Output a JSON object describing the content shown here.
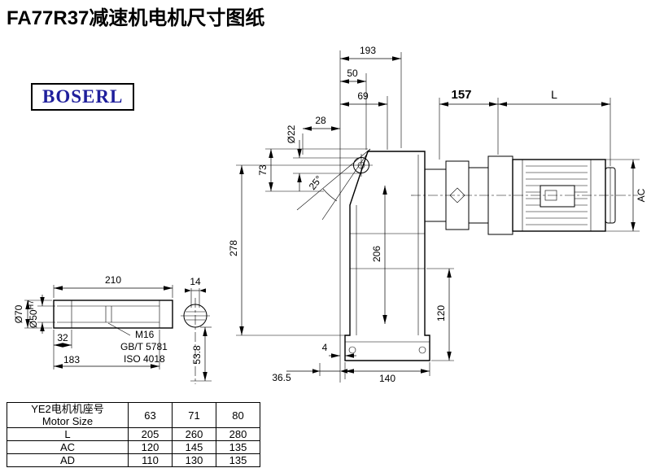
{
  "page": {
    "title": "FA77R37减速机电机尺寸图纸",
    "logo": "BOSERL"
  },
  "main_dims": {
    "v193": "193",
    "v50": "50",
    "v69": "69",
    "v28": "28",
    "dia22": "Ø22",
    "v157": "157",
    "vL": "L",
    "vAC": "AC",
    "v73": "73",
    "angle25": "25°",
    "v278": "278",
    "v206": "206",
    "v120": "120",
    "v4": "4",
    "v36_5": "36.5",
    "v140": "140"
  },
  "shaft_dims": {
    "v210": "210",
    "v14": "14",
    "dia70": "Ø70",
    "dia50": "Ø50",
    "dia50_tol": "H7",
    "v32": "32",
    "v183": "183",
    "thread": "M16",
    "std_gb": "GB/T 5781",
    "std_iso": "ISO 4018",
    "v53_8": "53.8"
  },
  "table": {
    "header": {
      "label_cn": "YE2电机机座号",
      "label_en": "Motor Size",
      "values": [
        "63",
        "71",
        "80"
      ]
    },
    "rows": [
      {
        "label": "L",
        "values": [
          "205",
          "260",
          "280"
        ]
      },
      {
        "label": "AC",
        "values": [
          "120",
          "145",
          "135"
        ]
      },
      {
        "label": "AD",
        "values": [
          "110",
          "130",
          "135"
        ]
      }
    ]
  }
}
